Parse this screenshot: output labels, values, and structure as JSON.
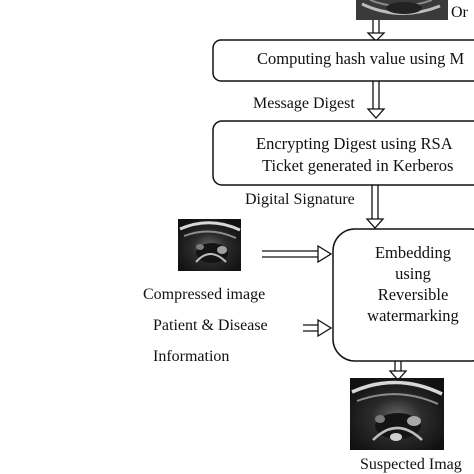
{
  "top_caption": "Or",
  "box1": {
    "text": "Computing hash value using M"
  },
  "edge1": {
    "label": "Message Digest"
  },
  "box2": {
    "line1": "Encrypting Digest using RSA",
    "line2": "Ticket generated in Kerberos"
  },
  "edge2": {
    "label": "Digital Signature"
  },
  "box3": {
    "line1": "Embedding",
    "line2": "using",
    "line3": "Reversible",
    "line4": "watermarking"
  },
  "inputs": {
    "compressed_image": "Compressed image",
    "patient_line1": "Patient & Disease",
    "patient_line2": "Information"
  },
  "bottom_caption": "Suspected Imag",
  "colors": {
    "stroke": "#111111",
    "image_dark": "#1e1e1e",
    "image_light": "#cfcfcf"
  }
}
